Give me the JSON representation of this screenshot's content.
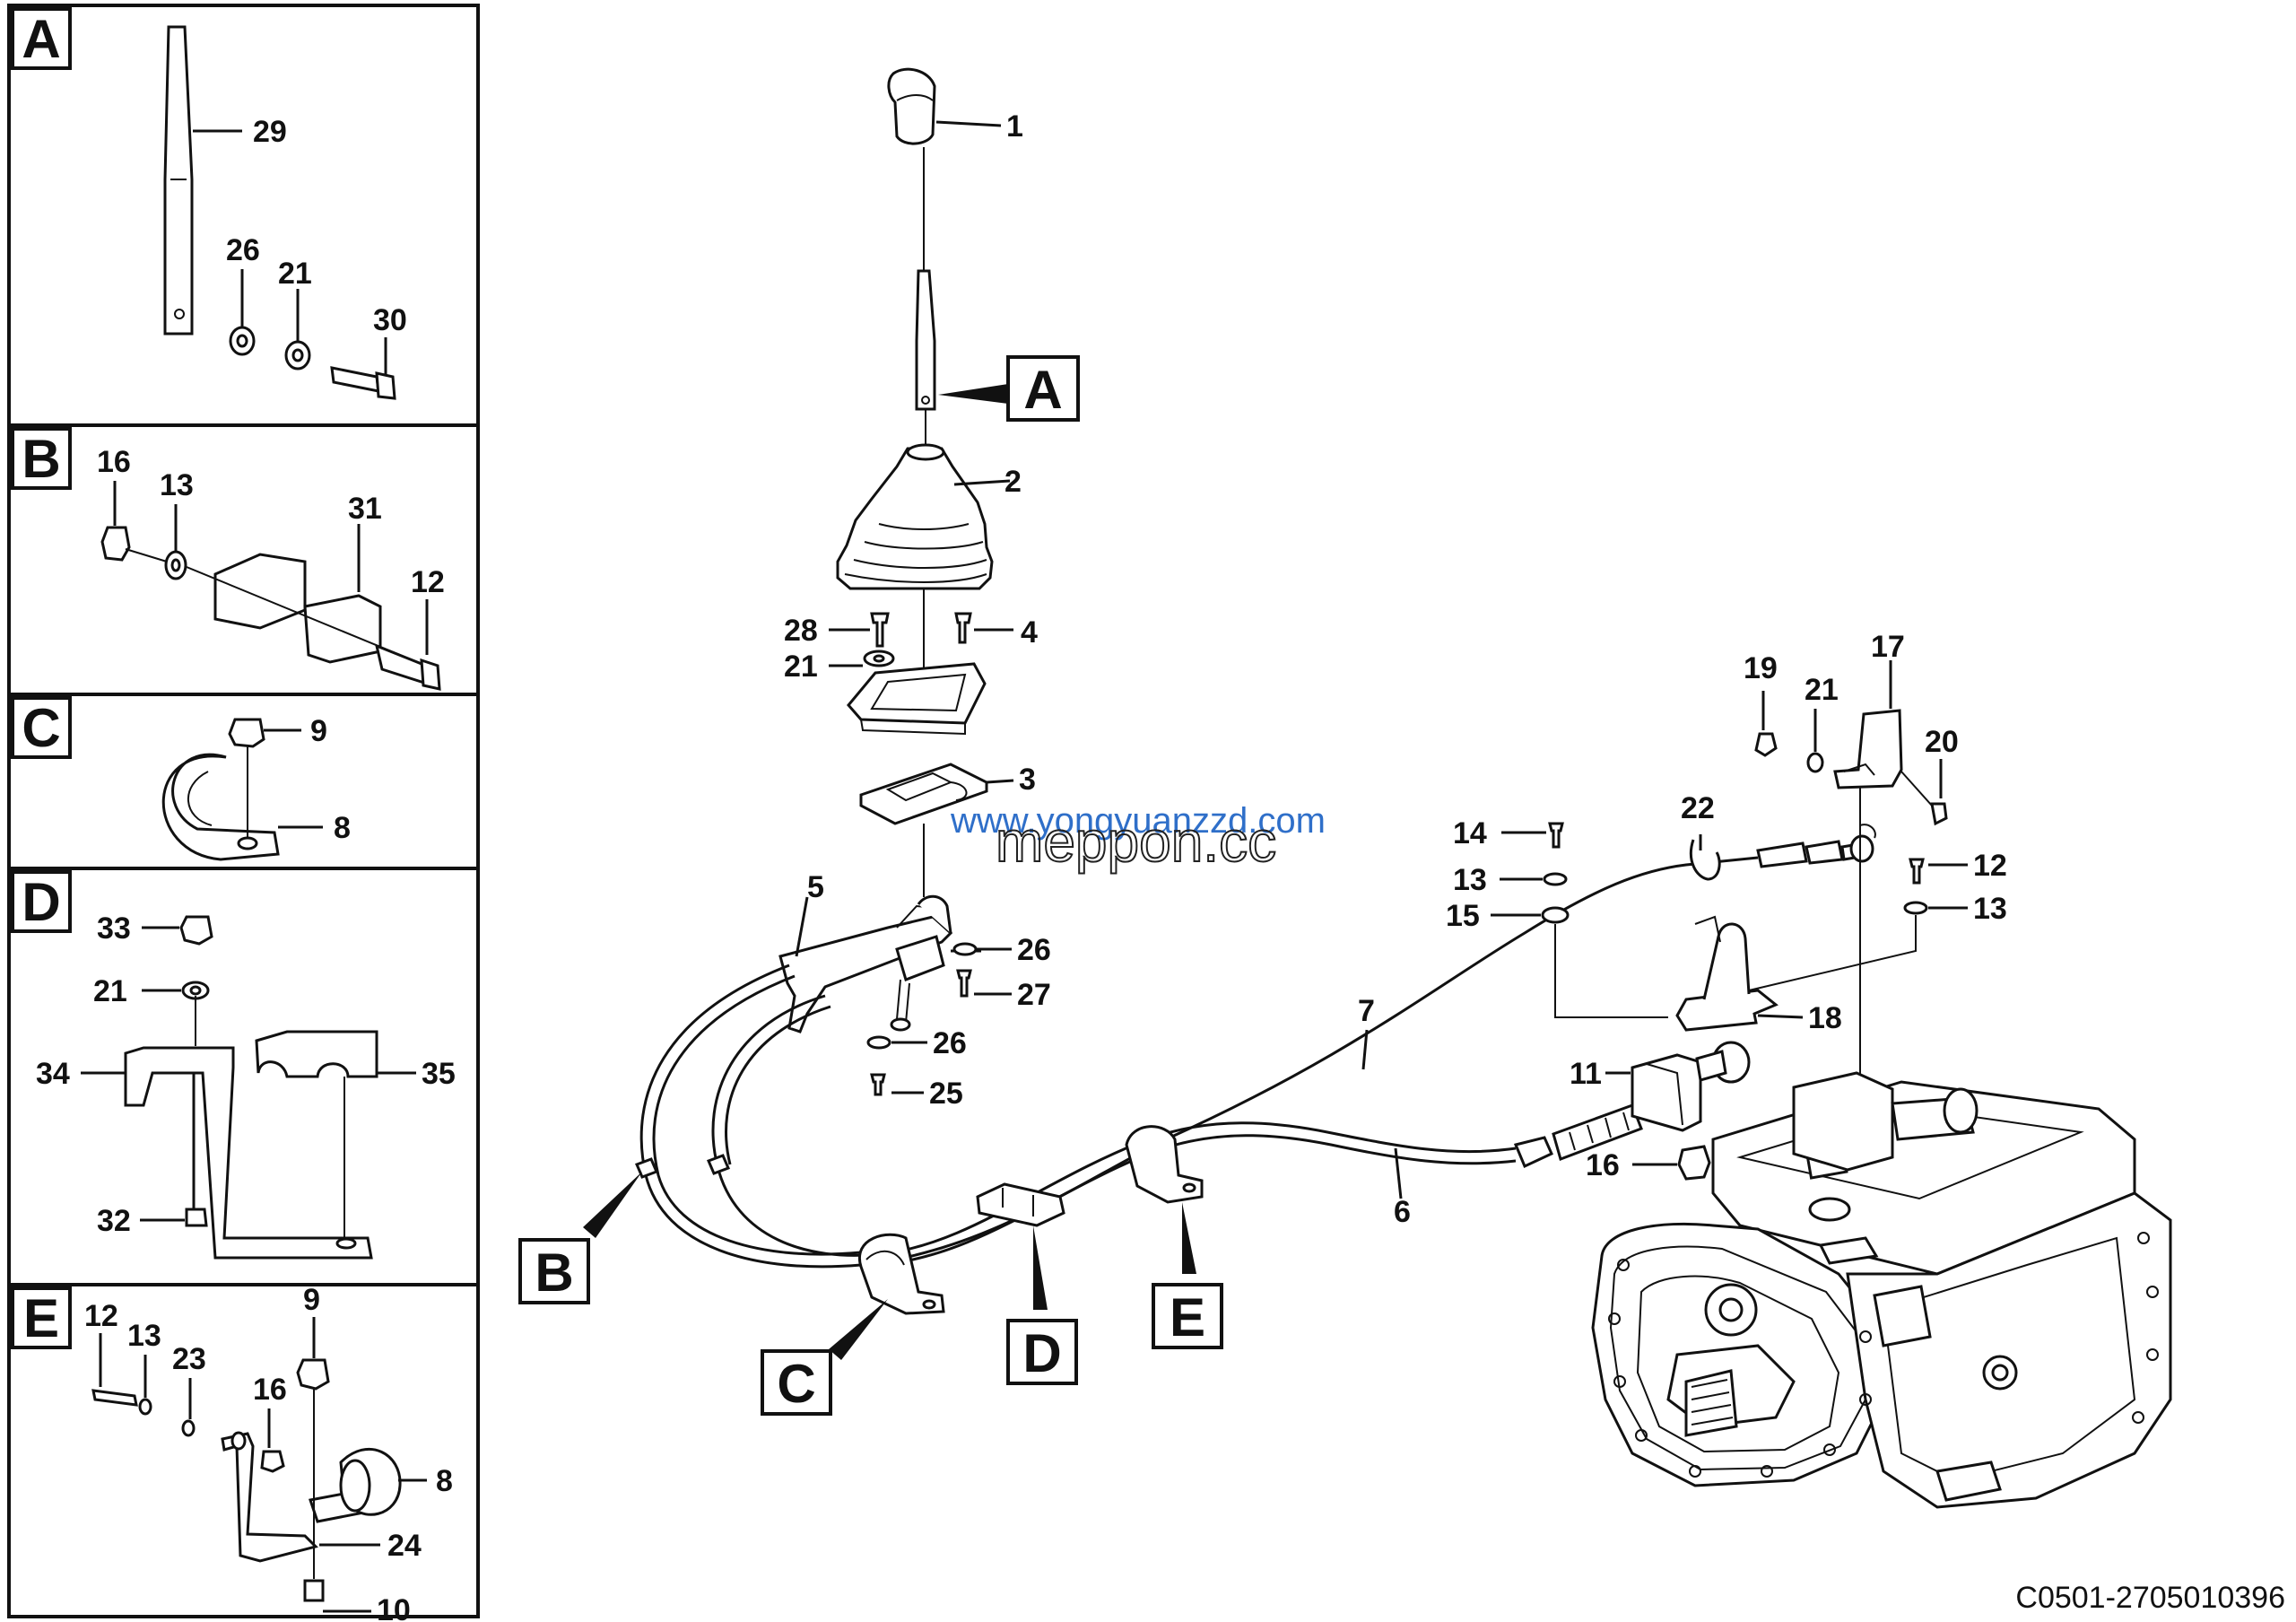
{
  "labels": {
    "boxes": [
      "A",
      "B",
      "C",
      "D",
      "E"
    ],
    "n1": "1",
    "n2": "2",
    "n3": "3",
    "n4": "4",
    "n5": "5",
    "n6": "6",
    "n7": "7",
    "n8": "8",
    "n9": "9",
    "n10": "10",
    "n11": "11",
    "n12": "12",
    "n13": "13",
    "n14": "14",
    "n15": "15",
    "n16": "16",
    "n17": "17",
    "n18": "18",
    "n19": "19",
    "n20": "20",
    "n21": "21",
    "n22": "22",
    "n23": "23",
    "n24": "24",
    "n25": "25",
    "n26": "26",
    "n27": "27",
    "n28": "28",
    "n29": "29",
    "n30": "30",
    "n31": "31",
    "n32": "32",
    "n33": "33",
    "n34": "34",
    "n35": "35"
  },
  "watermark": {
    "line1": "www.yongyuanzzd.com",
    "line2": "meppon.cc"
  },
  "drawing_code": "C0501-2705010396"
}
